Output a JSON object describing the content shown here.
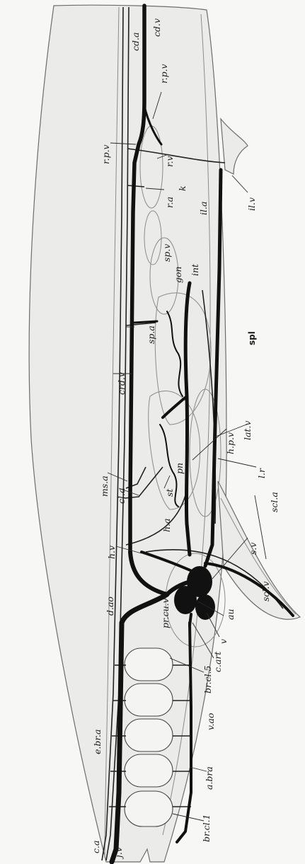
{
  "labels": {
    "cd_v": "cd.v",
    "cd_a": "cd.a",
    "rpv_right": "r.p.v",
    "rpv_left": "r.p.v",
    "ra": "r.a",
    "k": "k",
    "rv": "r.v",
    "ila": "il.a",
    "ilv": "il.v",
    "int": "int",
    "spv": "sp.v",
    "gon": "gon",
    "spa": "sp.a",
    "spl": "spl",
    "crdv": "crd.v",
    "latv": "lat.v",
    "hpv": "h.p.v",
    "msa": "ms.a",
    "cla": "cl.a",
    "st": "st",
    "pn": "pn",
    "lr": "l.r",
    "ha": "h.a",
    "hv": "h.v",
    "scla": "scl.a",
    "sclv": "scl.v",
    "dao": "d.ao",
    "sv": "s.v",
    "au": "au",
    "v": "v",
    "prcuv": "pr.cu.v",
    "cart": "c.art",
    "brcl5": "br.cl.5",
    "vao": "v.ao",
    "ebra": "e.br.a",
    "abra": "a.bra",
    "brcl1": "br.cl.1",
    "ca": "c.a",
    "jv": "j.v"
  }
}
